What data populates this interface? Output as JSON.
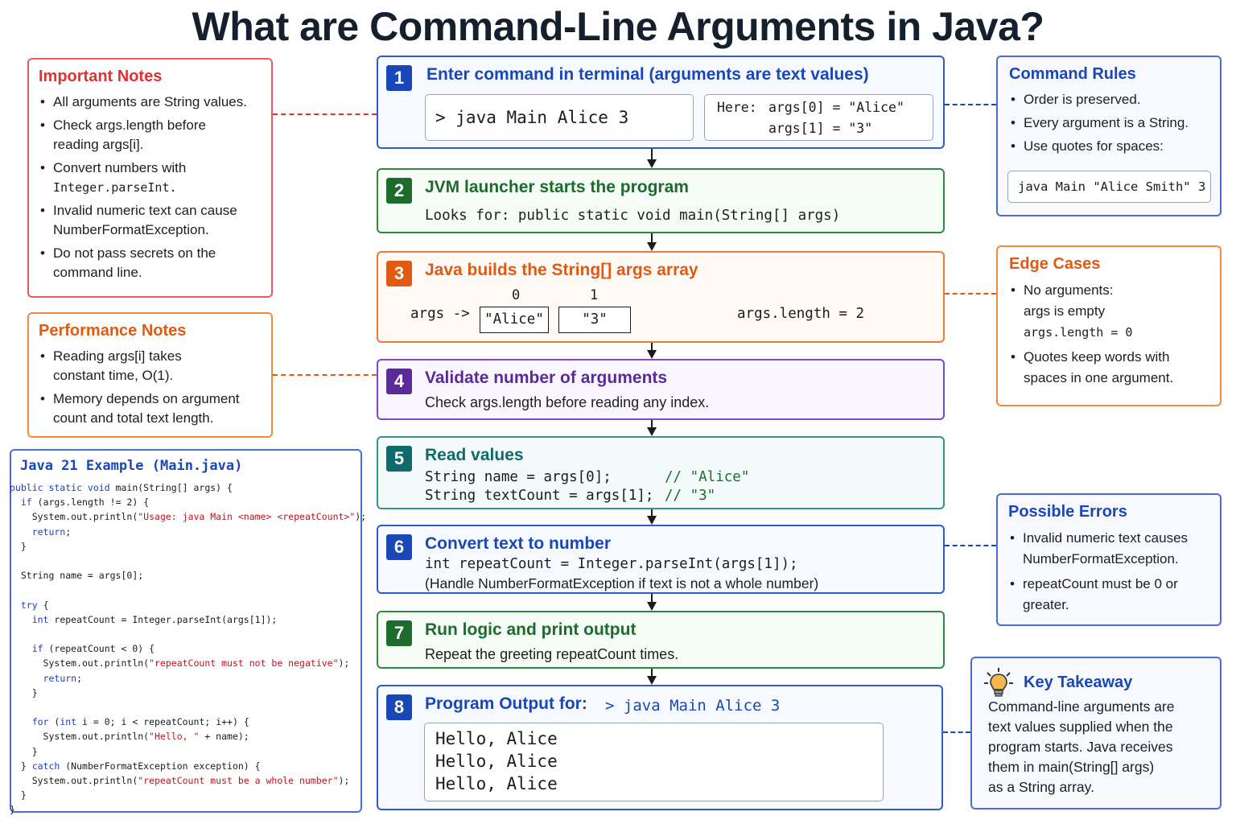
{
  "title": "What are Command-Line Arguments in Java?",
  "important_notes": {
    "title": "Important Notes",
    "items": [
      [
        "All arguments are String values."
      ],
      [
        "Check args.length before",
        "reading args[i]."
      ],
      [
        "Convert numbers with",
        "Integer.parseInt."
      ],
      [
        "Invalid numeric text can cause",
        "NumberFormatException."
      ],
      [
        "Do not pass secrets on the",
        "command line."
      ]
    ]
  },
  "performance_notes": {
    "title": "Performance Notes",
    "items": [
      [
        "Reading args[i] takes",
        "constant time, O(1)."
      ],
      [
        "Memory depends on argument",
        "count and total text length."
      ]
    ]
  },
  "java_example": {
    "title": "Java 21 Example (Main.java)"
  },
  "steps": {
    "s1": {
      "number": "1",
      "title": "Enter command in terminal (arguments are text values)",
      "command": "> java Main Alice 3",
      "here_label": "Here:",
      "here_line1": "args[0] = \"Alice\"",
      "here_line2": "args[1] = \"3\""
    },
    "s2": {
      "number": "2",
      "title": "JVM launcher starts the program",
      "line1": "Looks for: public static void main(String[] args)"
    },
    "s3": {
      "number": "3",
      "title": "Java builds the String[] args array",
      "args_label": "args ->",
      "index0": "0",
      "index1": "1",
      "cell0": "\"Alice\"",
      "cell1": "\"3\"",
      "length": "args.length = 2"
    },
    "s4": {
      "number": "4",
      "title": "Validate number of arguments",
      "line1": "Check args.length before reading any index."
    },
    "s5": {
      "number": "5",
      "title": "Read values",
      "code1": "String name = args[0];",
      "comment1": "// \"Alice\"",
      "code2": "String textCount = args[1];",
      "comment2": "// \"3\""
    },
    "s6": {
      "number": "6",
      "title": "Convert text to number",
      "line1": "int repeatCount = Integer.parseInt(args[1]);",
      "line2": "(Handle NumberFormatException if text is not a whole number)"
    },
    "s7": {
      "number": "7",
      "title": "Run logic and print output",
      "line1": "Repeat the greeting repeatCount times."
    },
    "s8": {
      "number": "8",
      "title": "Program Output for:",
      "command": "> java Main Alice 3",
      "out1": "Hello, Alice",
      "out2": "Hello, Alice",
      "out3": "Hello, Alice"
    }
  },
  "command_rules": {
    "title": "Command Rules",
    "items": [
      [
        "Order is preserved."
      ],
      [
        "Every argument is a String."
      ],
      [
        "Use quotes for spaces:"
      ]
    ],
    "example": "java Main \"Alice Smith\" 3"
  },
  "edge_cases": {
    "title": "Edge Cases",
    "items": [
      [
        "No arguments:",
        "args is empty",
        "args.length = 0"
      ],
      [
        "Quotes keep words with",
        "spaces in one argument."
      ]
    ]
  },
  "possible_errors": {
    "title": "Possible Errors",
    "items": [
      [
        "Invalid numeric text causes",
        "NumberFormatException."
      ],
      [
        "repeatCount must be 0 or",
        "greater."
      ]
    ]
  },
  "key_takeaway": {
    "title": "Key Takeaway",
    "lines": [
      "Command-line arguments are",
      "text values supplied when the",
      "program starts. Java receives",
      "them in main(String[] args)",
      "as a String array."
    ]
  },
  "colors": {
    "blue": "#1a47b8",
    "green": "#1e6b2e",
    "orange": "#e05a12",
    "purple": "#5b2a99",
    "teal": "#0f6b6b",
    "red": "#e03131"
  }
}
